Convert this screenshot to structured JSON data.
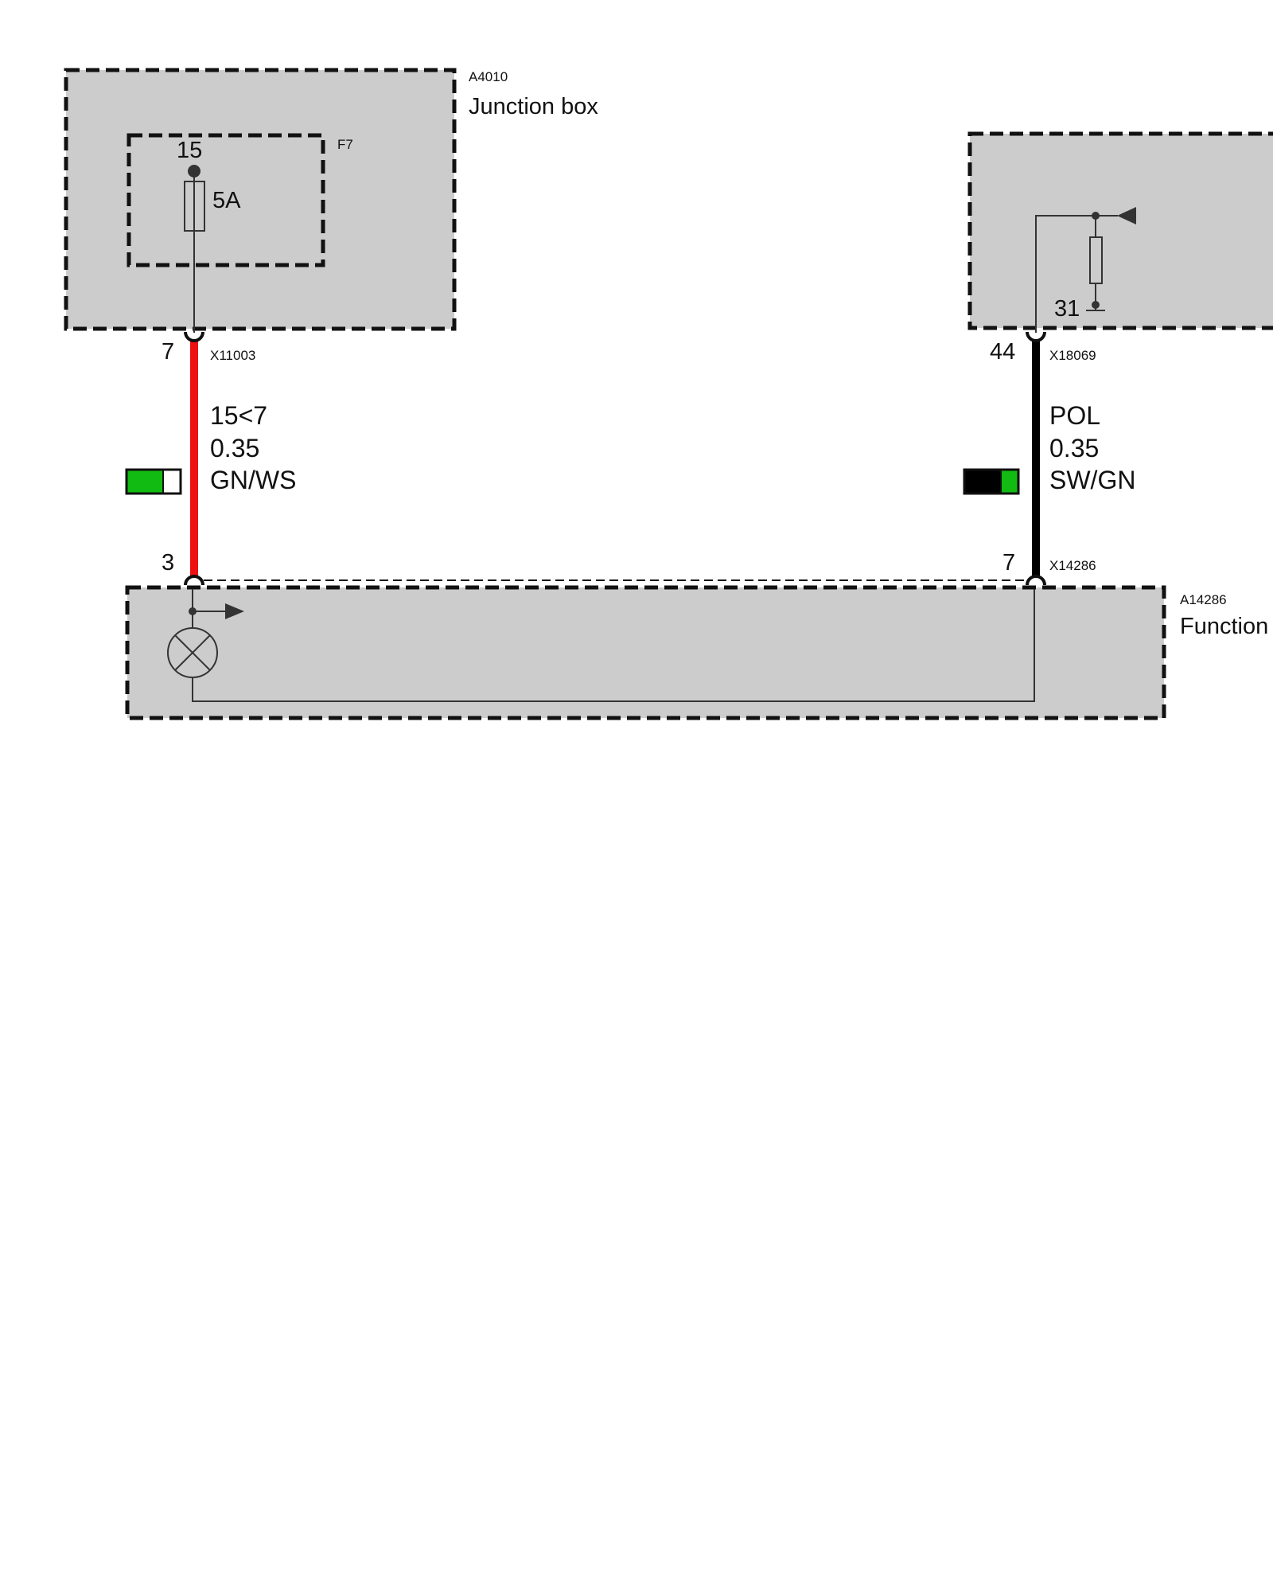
{
  "components": {
    "junction_box": {
      "id": "A4010",
      "name": "Junction box"
    },
    "fuse_area": {
      "id": "F7",
      "terminal": "15",
      "rating": "5A"
    },
    "right_module": {
      "terminal": "31"
    },
    "function_module": {
      "id": "A14286",
      "name": "Function"
    }
  },
  "connectors": {
    "top_left": {
      "id": "X11003",
      "pin": "7"
    },
    "top_right": {
      "id": "X18069",
      "pin": "44"
    },
    "bottom_left": {
      "pin": "3"
    },
    "bottom_right": {
      "id": "X14286",
      "pin": "7"
    }
  },
  "wires": [
    {
      "signal": "15<7",
      "gauge": "0.35",
      "color_code": "GN/WS",
      "draw_color": "#ee1111",
      "swatch": [
        "#11bb11",
        "#ffffff"
      ]
    },
    {
      "signal": "POL",
      "gauge": "0.35",
      "color_code": "SW/GN",
      "draw_color": "#000000",
      "swatch": [
        "#000000",
        "#11bb11"
      ]
    }
  ],
  "colors": {
    "box_fill": "#cccccc",
    "border": "#111111",
    "line": "#333333"
  }
}
